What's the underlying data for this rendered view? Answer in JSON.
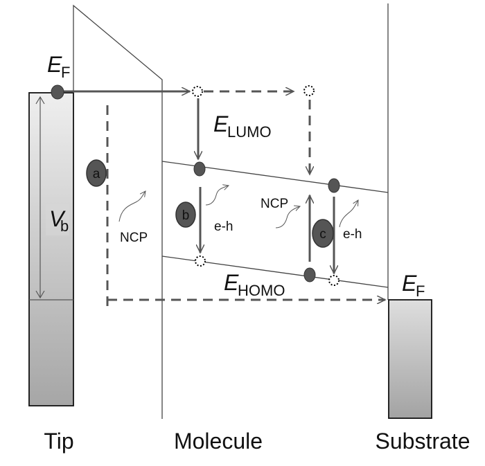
{
  "diagram": {
    "type": "energy-level-diagram",
    "regions": {
      "tip": "Tip",
      "molecule": "Molecule",
      "substrate": "Substrate"
    },
    "levels": {
      "tip_fermi": {
        "main": "E",
        "sub": "F"
      },
      "substrate_fermi": {
        "main": "E",
        "sub": "F"
      },
      "lumo": {
        "main": "E",
        "sub": "LUMO"
      },
      "homo": {
        "main": "E",
        "sub": "HOMO"
      },
      "bias": {
        "main": "V",
        "sub": "b"
      }
    },
    "processes": [
      {
        "marker": "a",
        "description": "NCP",
        "label_key": "ncp"
      },
      {
        "marker": "b",
        "description": "e-h",
        "label_key": "eh"
      },
      {
        "marker": "c",
        "description": "NCP / e-h",
        "label_key": "both"
      }
    ],
    "labels": {
      "ncp": "NCP",
      "eh": "e-h",
      "marker_a": "a",
      "marker_b": "b",
      "marker_c": "c"
    },
    "colors": {
      "arrow": "#555555",
      "electron": "#555555",
      "outline": "#222222",
      "tip_fill_top": "#ececec",
      "tip_fill_bottom": "#a9a9a9"
    }
  }
}
